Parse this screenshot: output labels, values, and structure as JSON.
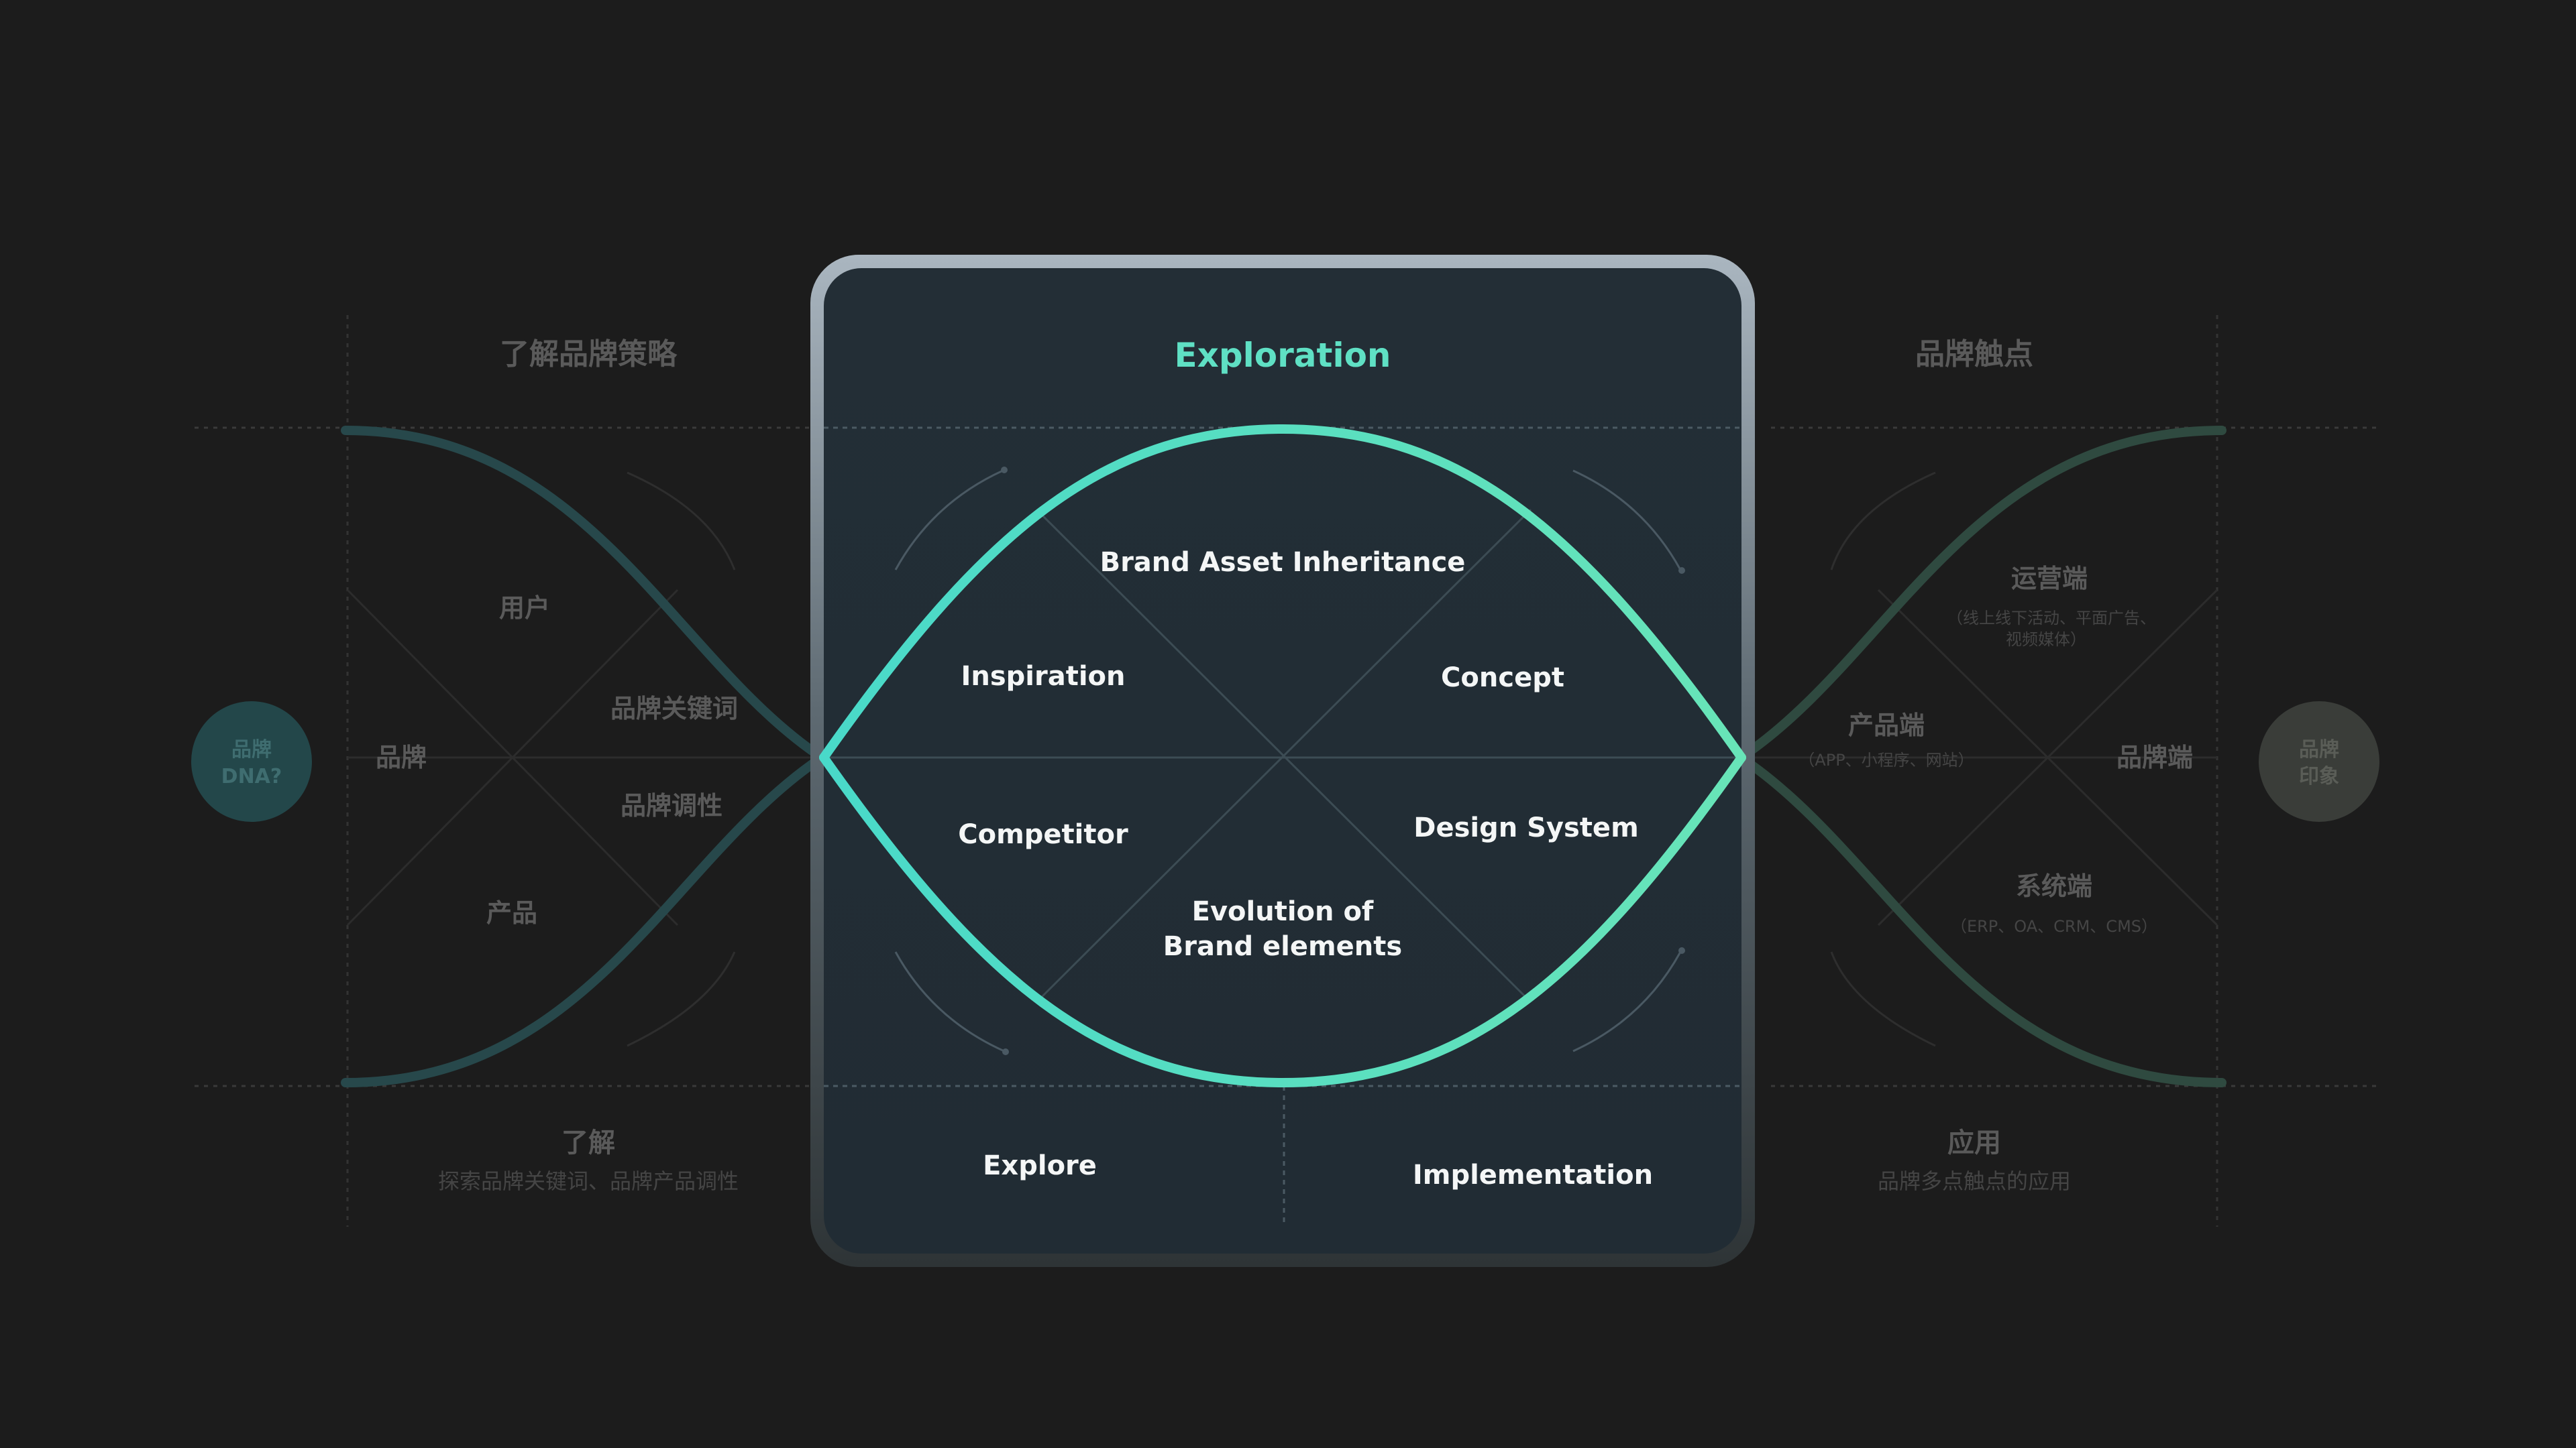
{
  "center": {
    "title": "Exploration",
    "top": "Brand Asset Inheritance",
    "upper_left": "Inspiration",
    "upper_right": "Concept",
    "lower_left": "Competitor",
    "lower_right": "Design System",
    "bottom_line1": "Evolution of",
    "bottom_line2": "Brand elements",
    "footer_left": "Explore",
    "footer_right": "Implementation"
  },
  "left": {
    "title": "了解品牌策略",
    "node_label_line1": "品牌",
    "node_label_line2": "DNA?",
    "brand": "品牌",
    "user": "用户",
    "product": "产品",
    "keywords": "品牌关键词",
    "tone": "品牌调性",
    "footer_title": "了解",
    "footer_sub": "探索品牌关键词、品牌产品调性"
  },
  "right": {
    "title": "品牌触点",
    "node_label_line1": "品牌",
    "node_label_line2": "印象",
    "operations": "运营端",
    "operations_sub_line1": "（线上线下活动、平面广告、",
    "operations_sub_line2": "视频媒体）",
    "product_end": "产品端",
    "product_end_sub": "（APP、小程序、网站）",
    "brand_end": "品牌端",
    "system_end": "系统端",
    "system_end_sub": "（ERP、OA、CRM、CMS）",
    "footer_title": "应用",
    "footer_sub": "品牌多点触点的应用"
  },
  "colors": {
    "background": "#1c1c1c",
    "panel": "#222e36",
    "accent": "#5fe0c4",
    "left_node": "#23474a",
    "right_node": "#3a3d39"
  }
}
